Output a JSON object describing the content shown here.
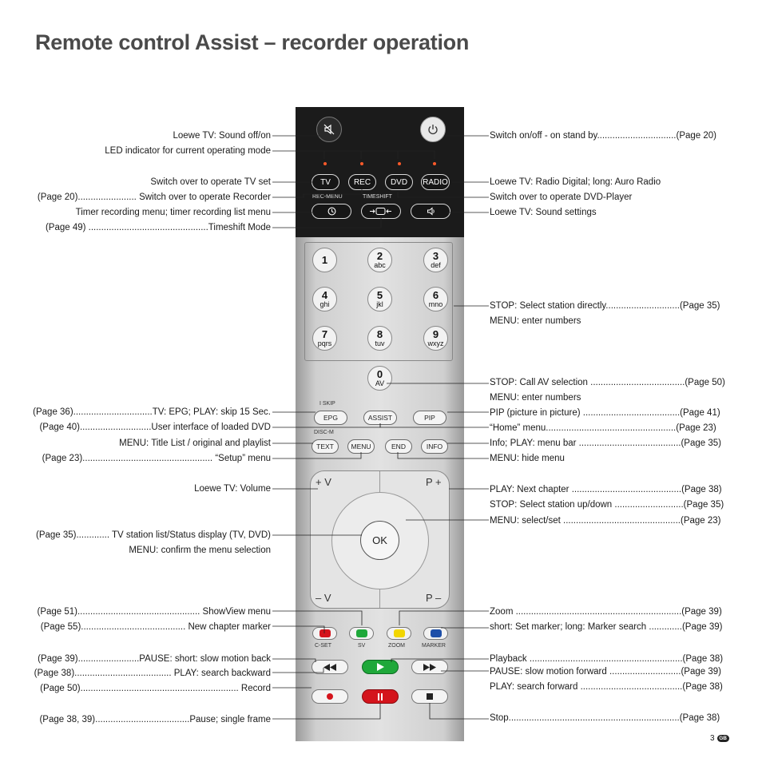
{
  "title": "Remote control Assist – recorder operation",
  "left_labels": [
    {
      "text": "Loewe TV: Sound off/on"
    },
    {
      "text": "LED indicator for current operating mode"
    },
    {
      "text": "Switch over to operate TV set"
    },
    {
      "text": "(Page 20)....................... Switch over to operate Recorder"
    },
    {
      "text": "Timer recording menu; timer recording list menu"
    },
    {
      "text": "(Page 49)  ...............................................Timeshift Mode"
    },
    {
      "text": "(Page 36)...............................TV: EPG; PLAY: skip 15 Sec."
    },
    {
      "text": "(Page 40)............................User interface of loaded DVD"
    },
    {
      "text": "MENU: Title List / original and playlist"
    },
    {
      "text": "(Page 23)................................................... “Setup” menu"
    },
    {
      "text": "Loewe TV: Volume"
    },
    {
      "text": "(Page 35)............. TV station list/Status display (TV, DVD)"
    },
    {
      "text": "MENU: confirm the menu selection"
    },
    {
      "text": "(Page 51)................................................ ShowView menu"
    },
    {
      "text": "(Page 55)......................................... New chapter marker"
    },
    {
      "text": "(Page 39)........................PAUSE: short: slow motion back"
    },
    {
      "text": "(Page 38)...................................... PLAY: search backward"
    },
    {
      "text": "(Page 50).............................................................. Record"
    },
    {
      "text": "(Page 38, 39).....................................Pause; single frame"
    }
  ],
  "right_labels": [
    {
      "text": "Switch on/off - on stand by...............................(Page 20)"
    },
    {
      "text": "Loewe TV: Radio Digital; long: Auro Radio"
    },
    {
      "text": "Switch over to operate DVD-Player"
    },
    {
      "text": "Loewe TV: Sound settings"
    },
    {
      "text": "STOP: Select station directly.............................(Page 35)"
    },
    {
      "text": "MENU: enter numbers"
    },
    {
      "text": "STOP: Call AV selection .....................................(Page 50)"
    },
    {
      "text": "MENU: enter numbers"
    },
    {
      "text": "PIP (picture in picture) ......................................(Page 41)"
    },
    {
      "text": "“Home” menu...................................................(Page 23)"
    },
    {
      "text": "Info; PLAY: menu bar ........................................(Page 35)"
    },
    {
      "text": "MENU: hide menu"
    },
    {
      "text": "PLAY: Next chapter ...........................................(Page 38)"
    },
    {
      "text": "STOP: Select station up/down ...........................(Page 35)"
    },
    {
      "text": "MENU: select/set ..............................................(Page 23)"
    },
    {
      "text": "Zoom .................................................................(Page 39)"
    },
    {
      "text": "short: Set marker; long: Marker search .............(Page 39)"
    },
    {
      "text": "Playback ............................................................(Page 38)"
    },
    {
      "text": "PAUSE: slow motion forward ............................(Page 39)"
    },
    {
      "text": "PLAY: search forward ........................................(Page 38)"
    },
    {
      "text": "Stop...................................................................(Page 38)"
    }
  ],
  "remote": {
    "mode_buttons": [
      "TV",
      "REC",
      "DVD",
      "RADIO"
    ],
    "small_labels": {
      "rec_menu": "REC-MENU",
      "timeshift": "TIMESHIFT",
      "i_skip": "I SKIP",
      "disc_m": "DISC-M"
    },
    "numpad": [
      {
        "n": "1",
        "s": ""
      },
      {
        "n": "2",
        "s": "abc"
      },
      {
        "n": "3",
        "s": "def"
      },
      {
        "n": "4",
        "s": "ghi"
      },
      {
        "n": "5",
        "s": "jkl"
      },
      {
        "n": "6",
        "s": "mno"
      },
      {
        "n": "7",
        "s": "pqrs"
      },
      {
        "n": "8",
        "s": "tuv"
      },
      {
        "n": "9",
        "s": "wxyz"
      },
      {
        "n": "0",
        "s": "AV"
      }
    ],
    "func_buttons": [
      "EPG",
      "ASSIST",
      "PIP",
      "TEXT",
      "MENU",
      "END",
      "INFO"
    ],
    "vol_plus": "+ V",
    "vol_minus": "– V",
    "prog_plus": "P +",
    "prog_minus": "P –",
    "ok": "OK",
    "color_labels": [
      "C-SET",
      "SV",
      "ZOOM",
      "MARKER"
    ],
    "colors": {
      "red": "#d4141c",
      "green": "#1fa83a",
      "yellow": "#f2d600",
      "blue": "#1e4fa8"
    }
  },
  "page_number": "3",
  "lang_badge": "GB"
}
